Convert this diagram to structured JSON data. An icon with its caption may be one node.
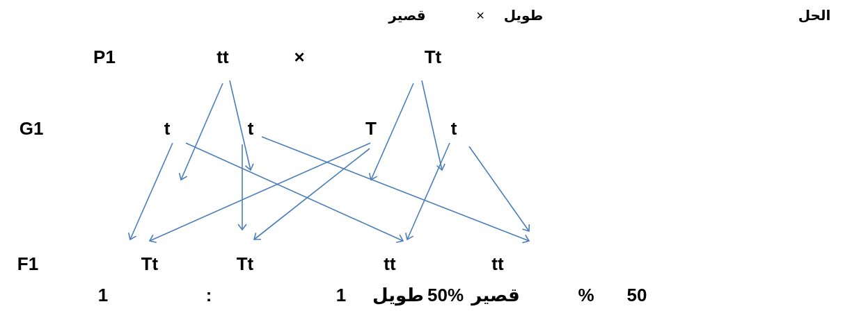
{
  "diagram": {
    "nodes": [
      {
        "text": [
          "tt"
        ]
      },
      {
        "text": [
          "Tt"
        ]
      },
      {
        "text": [
          "t"
        ]
      },
      {
        "text": [
          "t"
        ]
      },
      {
        "text": [
          "T"
        ]
      },
      {
        "text": [
          "t"
        ]
      },
      {
        "text": [
          "Tt"
        ]
      },
      {
        "text": [
          "Tt"
        ]
      },
      {
        "text": [
          "tt"
        ]
      },
      {
        "text": [
          "tt"
        ]
      }
    ],
    "edges": [
      {
        "from": 0,
        "to": 2,
        "arrow": "to"
      },
      {
        "from": 0,
        "to": 3,
        "arrow": "to"
      },
      {
        "from": 1,
        "to": 4,
        "arrow": "to"
      },
      {
        "from": 1,
        "to": 5,
        "arrow": "to"
      },
      {
        "from": 2,
        "to": 6,
        "arrow": "to"
      },
      {
        "from": 2,
        "to": 8,
        "arrow": "to"
      },
      {
        "from": 3,
        "to": 7,
        "arrow": "to"
      },
      {
        "from": 3,
        "to": 9,
        "arrow": "to"
      },
      {
        "from": 4,
        "to": 6,
        "arrow": "to"
      },
      {
        "from": 4,
        "to": 7,
        "arrow": "to"
      },
      {
        "from": 5,
        "to": 8,
        "arrow": "to"
      },
      {
        "from": 5,
        "to": 9,
        "arrow": "to"
      }
    ],
    "labels": [
      "قصير",
      "×",
      "طويل",
      "الحل",
      "P1",
      "×",
      "G1",
      "F1",
      "1",
      ":",
      "1",
      "طويل",
      "50%",
      "قصير",
      "%",
      "50"
    ]
  }
}
